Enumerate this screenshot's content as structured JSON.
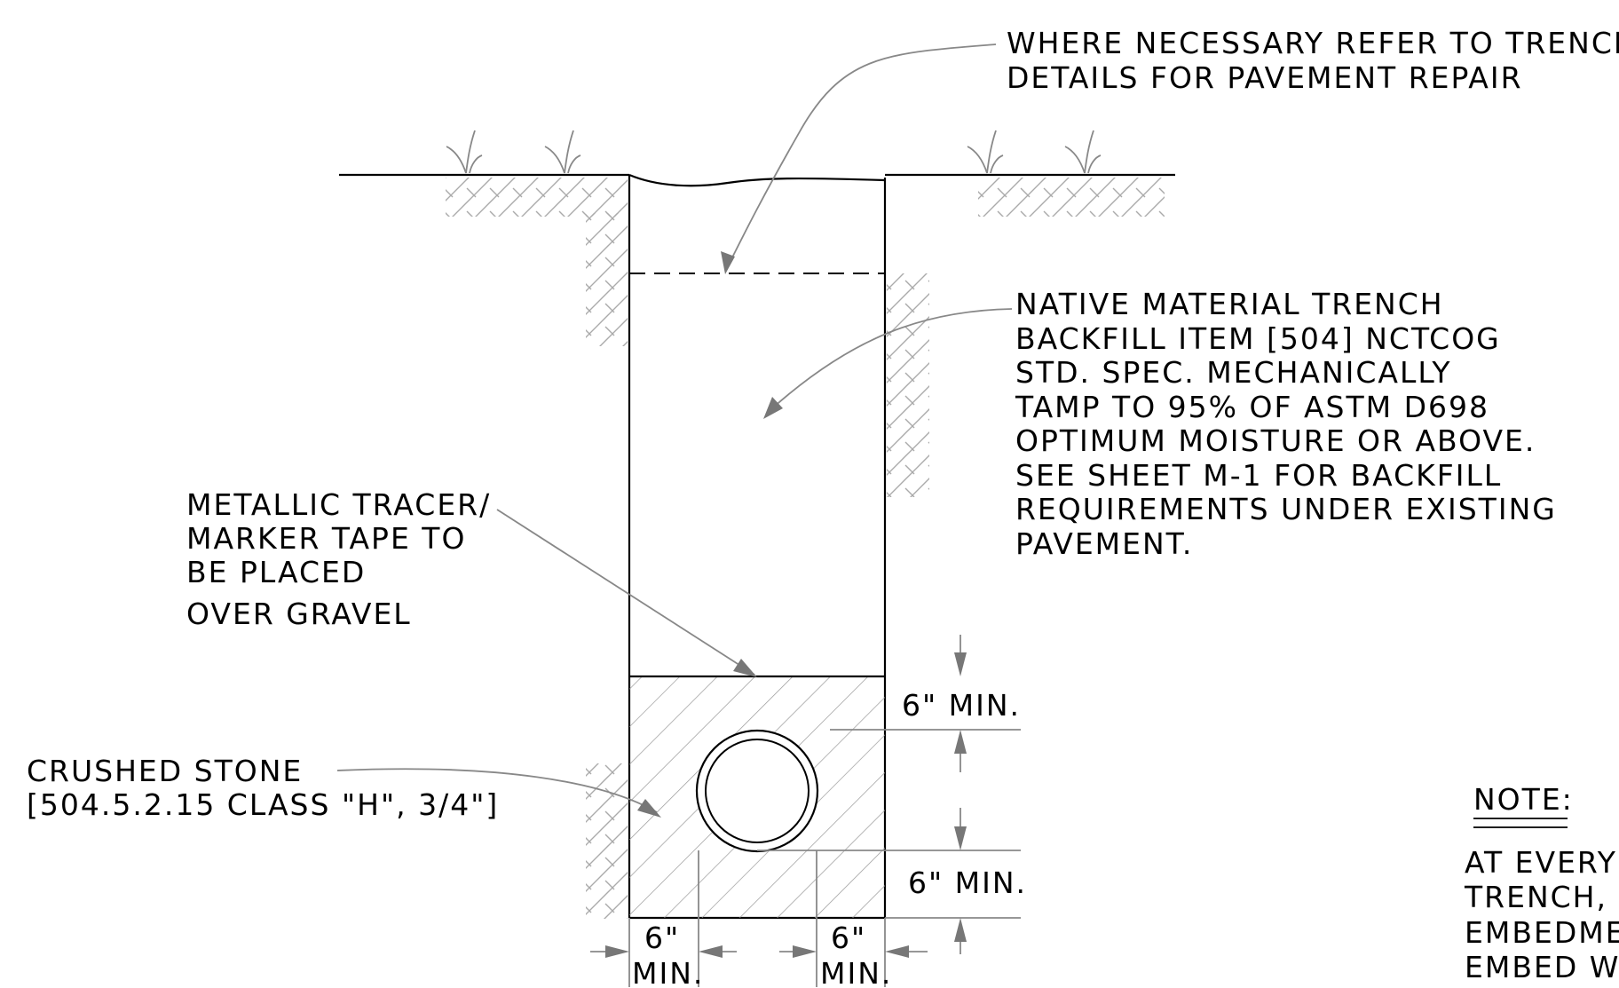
{
  "labels": {
    "trench_note": [
      "WHERE NECESSARY REFER TO TRENCH",
      "DETAILS FOR PAVEMENT REPAIR"
    ],
    "backfill_note": [
      "NATIVE MATERIAL TRENCH",
      "BACKFILL ITEM [504]  NCTCOG",
      "STD. SPEC. MECHANICALLY",
      "TAMP TO  95%  OF ASTM D698",
      "OPTIMUM  MOISTURE OR ABOVE.",
      "SEE SHEET M-1 FOR BACKFILL",
      "REQUIREMENTS UNDER EXISTING",
      "PAVEMENT."
    ],
    "tracer_note": [
      "METALLIC TRACER/",
      "MARKER TAPE TO",
      "BE PLACED",
      "OVER GRAVEL"
    ],
    "stone_note": [
      "CRUSHED STONE",
      "[504.5.2.15 CLASS \"H\", 3/4\"]"
    ],
    "dim_top": "6\" MIN.",
    "dim_bottom": "6\" MIN.",
    "dim_left": [
      "6\"",
      "MIN."
    ],
    "dim_right": [
      "6\"",
      "MIN."
    ],
    "note_heading": "NOTE:",
    "note_body": [
      "AT EVERY",
      "TRENCH, D",
      "EMBEDMEN",
      "EMBED WI"
    ]
  }
}
